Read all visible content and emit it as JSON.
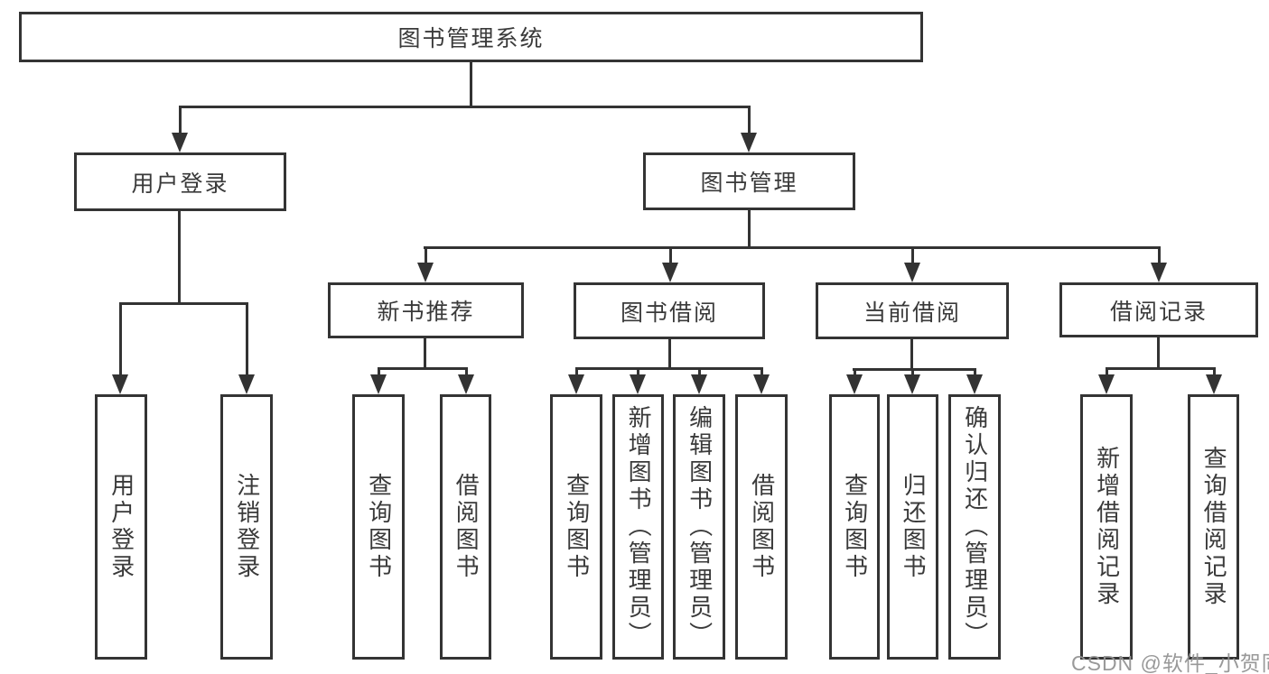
{
  "diagram": {
    "title": "图书管理系统",
    "watermark": "CSDN @软件_小贺同学",
    "colors": {
      "background": "#ffffff",
      "border": "#343434",
      "line": "#333333",
      "text": "#3a3a3a",
      "watermark": "#949494"
    },
    "nodes": {
      "root": {
        "label": "图书管理系统"
      },
      "user_login": {
        "label": "用户登录"
      },
      "book_management": {
        "label": "图书管理"
      },
      "new_book_recommend": {
        "label": "新书推荐"
      },
      "book_borrow": {
        "label": "图书借阅"
      },
      "current_borrow": {
        "label": "当前借阅"
      },
      "borrow_records": {
        "label": "借阅记录"
      },
      "l_user_login": {
        "label": "用户登录"
      },
      "l_logout": {
        "label": "注销登录"
      },
      "l_query1": {
        "label": "查询图书"
      },
      "l_borrow1": {
        "label": "借阅图书"
      },
      "l_query2": {
        "label": "查询图书"
      },
      "l_add_book": {
        "label": "新增图书（管理员）"
      },
      "l_edit_book": {
        "label": "编辑图书（管理员）"
      },
      "l_borrow2": {
        "label": "借阅图书"
      },
      "l_query3": {
        "label": "查询图书"
      },
      "l_return_book": {
        "label": "归还图书"
      },
      "l_confirm_return": {
        "label": "确认归还（管理员）"
      },
      "l_add_record": {
        "label": "新增借阅记录"
      },
      "l_query_record": {
        "label": "查询借阅记录"
      }
    },
    "structure": {
      "root": "图书管理系统",
      "children": [
        {
          "name": "用户登录",
          "children": [
            "用户登录",
            "注销登录"
          ]
        },
        {
          "name": "图书管理",
          "children": [
            {
              "name": "新书推荐",
              "children": [
                "查询图书",
                "借阅图书"
              ]
            },
            {
              "name": "图书借阅",
              "children": [
                "查询图书",
                "新增图书（管理员）",
                "编辑图书（管理员）",
                "借阅图书"
              ]
            },
            {
              "name": "当前借阅",
              "children": [
                "查询图书",
                "归还图书",
                "确认归还（管理员）"
              ]
            },
            {
              "name": "借阅记录",
              "children": [
                "新增借阅记录",
                "查询借阅记录"
              ]
            }
          ]
        }
      ]
    }
  }
}
